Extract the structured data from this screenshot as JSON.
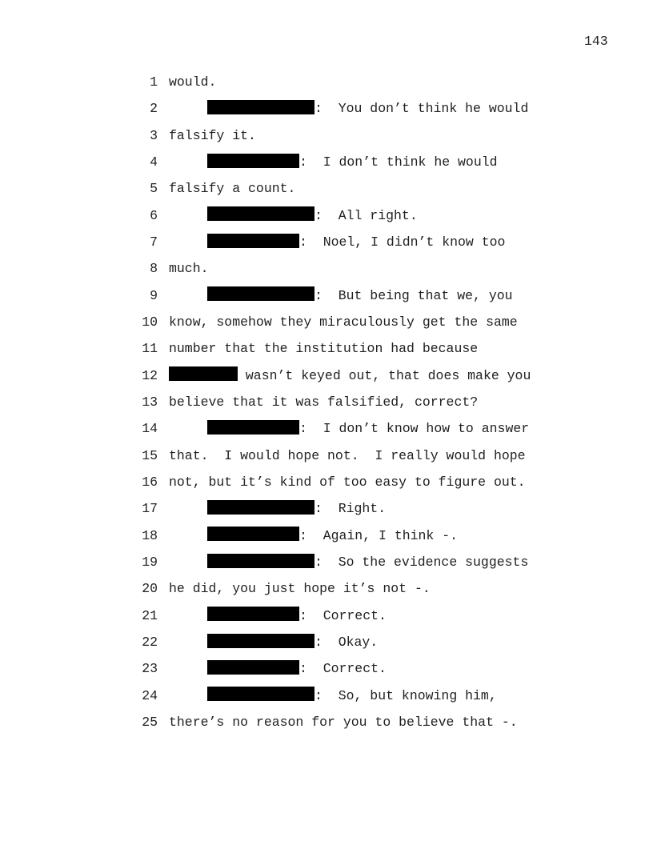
{
  "page_number": "143",
  "lines": [
    {
      "num": "1",
      "text": "would."
    },
    {
      "num": "2",
      "redaction": "long",
      "text": ":  You don’t think he would"
    },
    {
      "num": "3",
      "text": "falsify it."
    },
    {
      "num": "4",
      "redaction": "short",
      "text": ":  I don’t think he would"
    },
    {
      "num": "5",
      "text": "falsify a count."
    },
    {
      "num": "6",
      "redaction": "long",
      "text": ":  All right."
    },
    {
      "num": "7",
      "redaction": "short",
      "text": ":  Noel, I didn’t know too"
    },
    {
      "num": "8",
      "text": "much."
    },
    {
      "num": "9",
      "redaction": "long",
      "text": ":  But being that we, you"
    },
    {
      "num": "10",
      "text": "know, somehow they miraculously get the same"
    },
    {
      "num": "11",
      "text": "number that the institution had because"
    },
    {
      "num": "12",
      "inline_redaction": "name",
      "text": " wasn’t keyed out, that does make you"
    },
    {
      "num": "13",
      "text": "believe that it was falsified, correct?"
    },
    {
      "num": "14",
      "redaction": "short",
      "text": ":  I don’t know how to answer"
    },
    {
      "num": "15",
      "text": "that.  I would hope not.  I really would hope"
    },
    {
      "num": "16",
      "text": "not, but it’s kind of too easy to figure out."
    },
    {
      "num": "17",
      "redaction": "long",
      "text": ":  Right."
    },
    {
      "num": "18",
      "redaction": "short",
      "text": ":  Again, I think -."
    },
    {
      "num": "19",
      "redaction": "long",
      "text": ":  So the evidence suggests"
    },
    {
      "num": "20",
      "text": "he did, you just hope it’s not -."
    },
    {
      "num": "21",
      "redaction": "short",
      "text": ":  Correct."
    },
    {
      "num": "22",
      "redaction": "long",
      "text": ":  Okay."
    },
    {
      "num": "23",
      "redaction": "short",
      "text": ":  Correct."
    },
    {
      "num": "24",
      "redaction": "long",
      "text": ":  So, but knowing him,"
    },
    {
      "num": "25",
      "text": "there’s no reason for you to believe that -."
    }
  ]
}
